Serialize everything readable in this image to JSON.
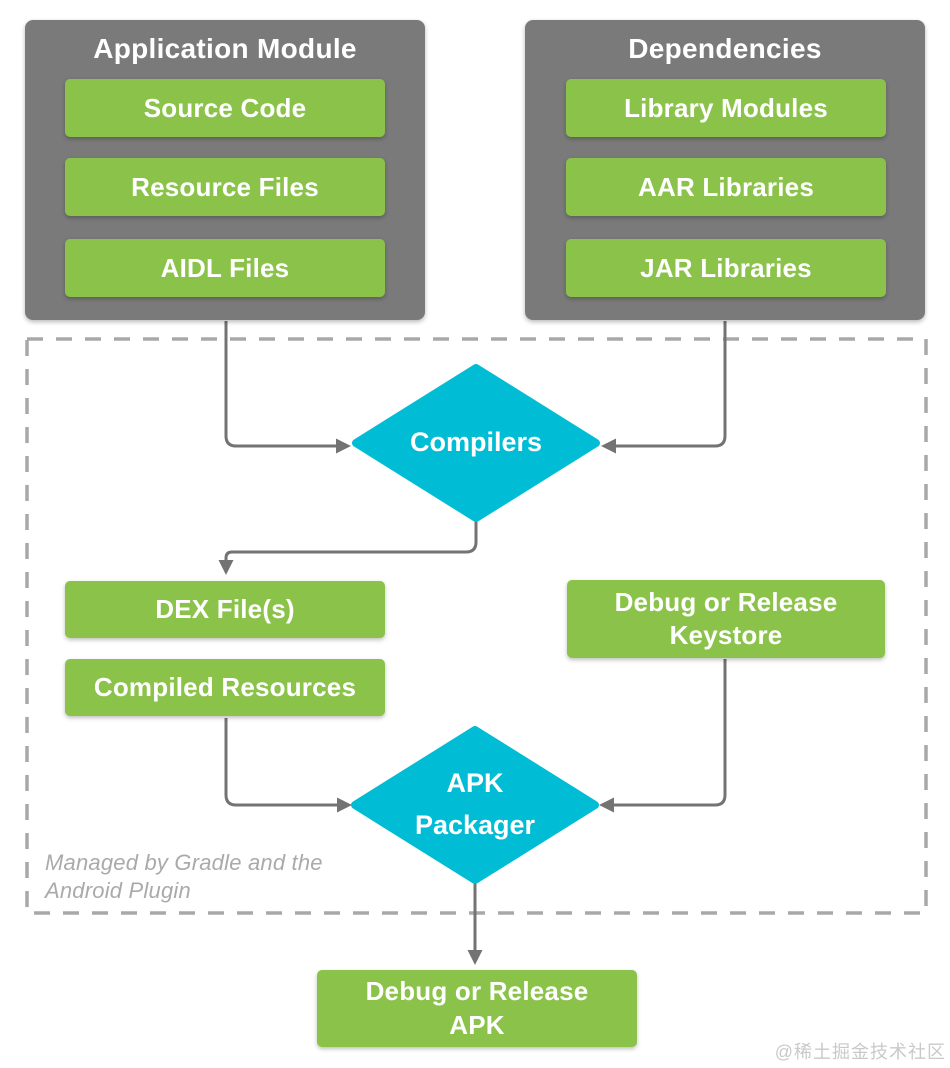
{
  "colors": {
    "box_green": "#8bc34a",
    "container_gray": "#7a7a7a",
    "diamond_cyan": "#00bcd4",
    "wire_gray": "#737373",
    "dashed_border_gray": "#a8a8a8",
    "note_gray": "#aaaaaa",
    "watermark_gray": "#c9c9c9",
    "label_white": "#ffffff"
  },
  "groups": {
    "application_module": {
      "title": "Application Module",
      "items": [
        "Source Code",
        "Resource Files",
        "AIDL Files"
      ]
    },
    "dependencies": {
      "title": "Dependencies",
      "items": [
        "Library Modules",
        "AAR Libraries",
        "JAR Libraries"
      ]
    }
  },
  "flow": {
    "compilers": "Compilers",
    "dex_files": "DEX File(s)",
    "compiled_resources": "Compiled Resources",
    "keystore": "Debug or Release Keystore",
    "apk_packager": "APK Packager",
    "output_apk": "Debug or Release APK",
    "gradle_note": "Managed by Gradle and the Android Plugin"
  },
  "watermark": "@稀土掘金技术社区"
}
